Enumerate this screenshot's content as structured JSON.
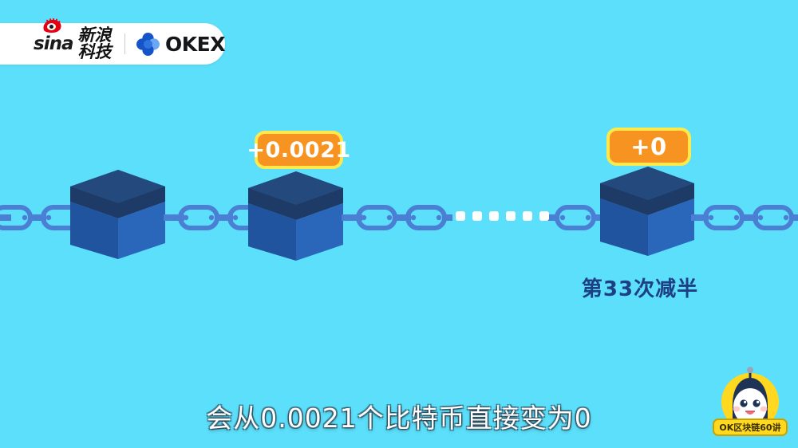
{
  "background": {
    "color": "#5cdffa"
  },
  "logo_bar": {
    "sina": {
      "wordmark": "sina",
      "chinese": "新浪科技",
      "eye_icon": "sina-eye-icon",
      "eye_color": "#e60000"
    },
    "separator": "|",
    "okex": {
      "wordmark": "OKEX",
      "flower_icon": "okex-flower-icon",
      "flower_color": "#1a5fd0",
      "flower_light_color": "#5b9cf7"
    }
  },
  "scene": {
    "type": "blockchain-chain-illustration",
    "chain_color": "#4a7fd4",
    "cube_top_color": "#1e3d6b",
    "cube_front_color": "#2a62b4",
    "cube_side_color": "#1f4f99",
    "blocks": [
      {
        "id": "block-1",
        "badge": null
      },
      {
        "id": "block-2",
        "badge": "+0.0021"
      },
      {
        "id": "block-3",
        "badge": "+0",
        "label": "第33次减半"
      }
    ],
    "ellipsis_dots": 6,
    "badge": {
      "fill_color": "#f79321",
      "border_color": "#ffe84a",
      "text_color": "#ffffff"
    },
    "halving_label": "第33次减半",
    "halving_label_color": "#1d3f83"
  },
  "badges": {
    "first": "+0.0021",
    "second": "+0"
  },
  "subtitle": {
    "text": "会从0.0021个比特币直接变为0",
    "color": "#ffffff"
  },
  "watermark": {
    "label": "OK区块链60讲",
    "mascot_icon": "mascot-avatar-icon",
    "ring_color": "#ffd81f",
    "label_bg_color": "#ffd81f"
  }
}
